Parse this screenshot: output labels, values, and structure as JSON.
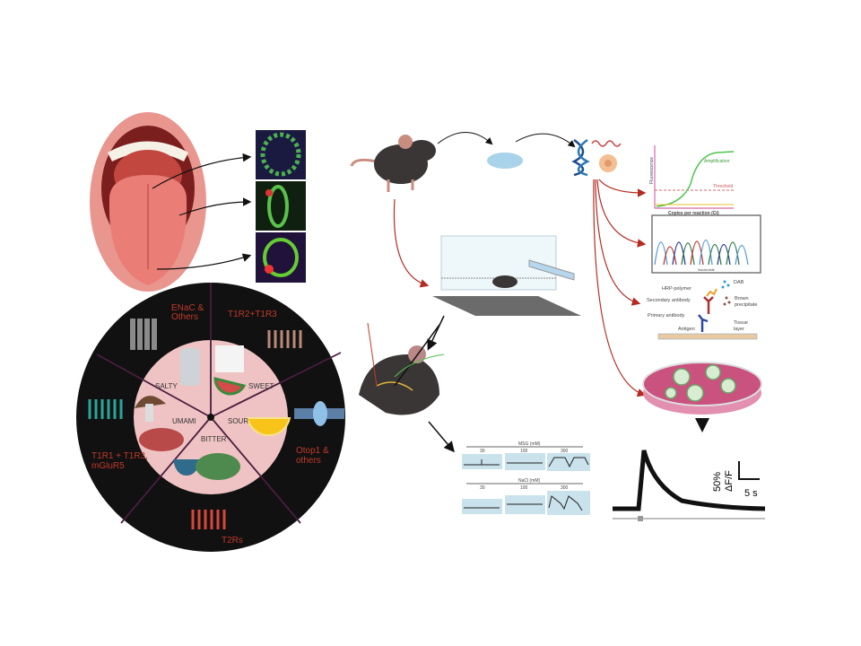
{
  "colors": {
    "arrow_red": "#b52a22",
    "wheel_outer": "#111111",
    "wheel_inner": "#efc3c3",
    "receptor_label": "#c0392b",
    "divider": "#4a1d3f"
  },
  "taste_wheel": {
    "tastes": [
      "SALTY",
      "SWEET",
      "UMAMI",
      "SOUR",
      "BITTER"
    ],
    "receptors": {
      "salty": [
        "ENaC &",
        "Others"
      ],
      "sweet": "T1R2+T1R3",
      "umami": [
        "T1R1 + T1R3,",
        "mGluR5"
      ],
      "sour": [
        "Otop1 &",
        "others"
      ],
      "bitter": "T2Rs"
    }
  },
  "qpcr": {
    "ylabel": "Fluorescence",
    "xlabel": "Copies per reaction (Ct)",
    "amplification": "Amplification",
    "threshold": "Threshold"
  },
  "sanger": {
    "xlabel": "Nucleotide"
  },
  "ihc": {
    "hrp": "HRP-polymer",
    "dab": "DAB",
    "secondary": "Secondary antibody",
    "brown": [
      "Brown",
      "precipitate"
    ],
    "primary": "Primary antibody",
    "antigen": "Antigen",
    "tissue": [
      "Tissue",
      "layer"
    ]
  },
  "nerve_recordings": {
    "msg_title": "MSG (mM)",
    "nacl_title": "NaCl (mM)",
    "concentrations": [
      "30",
      "100",
      "300"
    ]
  },
  "calcium_trace": {
    "scale_y": "50%",
    "scale_y_unit": "ΔF/F",
    "scale_x": "5 s"
  }
}
